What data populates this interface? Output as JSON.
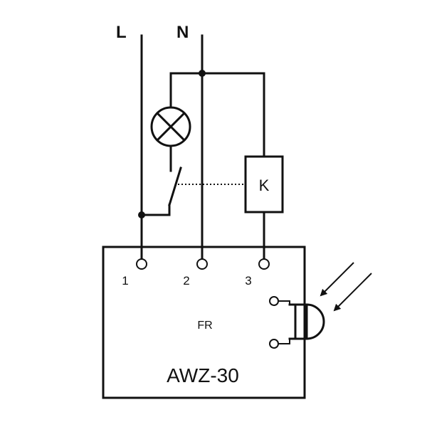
{
  "labels": {
    "line": "L",
    "neutral": "N",
    "relay": "K",
    "terminal_1": "1",
    "terminal_2": "2",
    "terminal_3": "3",
    "sensor": "FR",
    "model": "AWZ-30"
  },
  "colors": {
    "stroke": "#111111",
    "background": "#ffffff"
  },
  "icons": {
    "lamp": "lamp-icon",
    "photo_sensor": "photosensor-icon",
    "light_arrows": "incoming-light-icon"
  }
}
